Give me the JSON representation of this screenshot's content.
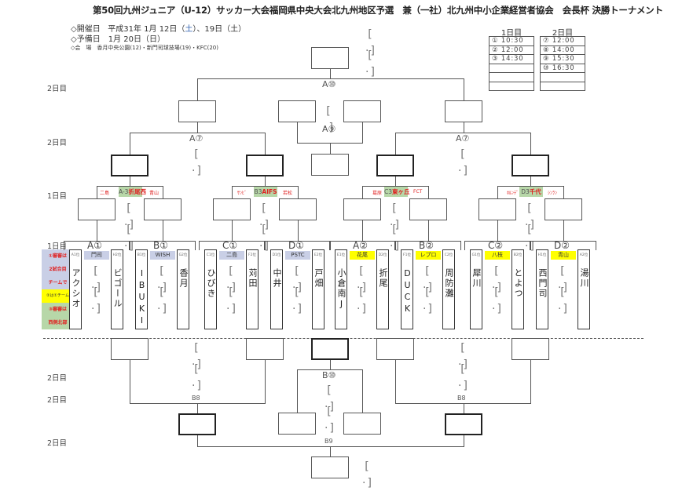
{
  "title": "第50回九州ジュニア（U-12）サッカー大会福岡県中央大会北九州地区予選　兼（一社）北九州中小企業経営者協会　会長杯 決勝トーナメント",
  "info": {
    "dates_label": "◇開催日",
    "dates_prefix": "平成31年 1月 12日（",
    "dates_sat1": "土",
    "dates_suffix": "）、19日（土）",
    "reserve": "◇予備日　1月 20日（日）",
    "venues": "◇会　場　香月中央公園(12)・新門司球技場(19)・KFC(20)"
  },
  "schedule": {
    "day1": {
      "header": "1日目",
      "rows": [
        "① 10:30",
        "② 12:00",
        "③ 14:30",
        "",
        "",
        ""
      ]
    },
    "day2": {
      "header": "2日目",
      "rows": [
        "⑦ 12:00",
        "⑧ 14:00",
        "⑨ 15:30",
        "⑩ 16:30",
        "",
        ""
      ]
    }
  },
  "day_labels": {
    "d2_a10": "2日目",
    "d2_a7": "2日目",
    "d1_seed": "1日目",
    "d1_first": "1日目",
    "d2_b10": "2日目",
    "d2_b8": "2日目",
    "d2_b9": "2日目"
  },
  "matches": {
    "a10": "A⑩",
    "a9": "A⑨",
    "a7_left": "A⑦",
    "a7_right": "A⑦",
    "b10": "B⑩",
    "b8_left": "B8",
    "b8_right": "B8",
    "b9": "B9"
  },
  "seeds": [
    {
      "left_tag": "二島",
      "code": "A-3",
      "name": "折尾西",
      "right_tag": "青山"
    },
    {
      "left_tag": "ｻﾝﾋﾞ",
      "code": "B3",
      "name": "AIFS",
      "right_tag": "若松"
    },
    {
      "left_tag": "葛原",
      "code": "C3",
      "name": "東ヶ丘",
      "right_tag": "FCT"
    },
    {
      "left_tag": "ﾎﾙﾝﾃﾞ",
      "code": "D3",
      "name": "千代",
      "right_tag": "ｼﾝﾗﾝ"
    }
  ],
  "groups": [
    {
      "label": "A①",
      "referee": "門司",
      "ref_color": "purple",
      "left": {
        "pos": "A1位",
        "name": "アクシオ"
      },
      "right": {
        "pos": "H2位",
        "name": "ビゴール"
      }
    },
    {
      "label": "B①",
      "referee": "WISH",
      "ref_color": "purple",
      "left": {
        "pos": "B1位",
        "name": "IBUKI"
      },
      "right": {
        "pos": "G2位",
        "name": "香月"
      }
    },
    {
      "label": "C①",
      "referee": "二島",
      "ref_color": "purple",
      "left": {
        "pos": "C1位",
        "name": "ひびき"
      },
      "right": {
        "pos": "F2位",
        "name": "苅田"
      }
    },
    {
      "label": "D①",
      "referee": "PSTC",
      "ref_color": "purple",
      "left": {
        "pos": "D1位",
        "name": "中井"
      },
      "right": {
        "pos": "E2位",
        "name": "戸畑"
      }
    },
    {
      "label": "A②",
      "referee": "花尾",
      "ref_color": "yellow",
      "left": {
        "pos": "E1位",
        "name": "小倉南J"
      },
      "right": {
        "pos": "D2位",
        "name": "折尾"
      }
    },
    {
      "label": "B②",
      "referee": "レプロ",
      "ref_color": "yellow",
      "left": {
        "pos": "F1位",
        "name": "DUCK"
      },
      "right": {
        "pos": "C2位",
        "name": "周防灘"
      }
    },
    {
      "label": "C②",
      "referee": "八枝",
      "ref_color": "yellow",
      "left": {
        "pos": "G1位",
        "name": "犀川"
      },
      "right": {
        "pos": "B2位",
        "name": "とよつ"
      }
    },
    {
      "label": "D②",
      "referee": "青山",
      "ref_color": "yellow",
      "left": {
        "pos": "H1位",
        "name": "西門司"
      },
      "right": {
        "pos": "A2位",
        "name": "湯川"
      }
    }
  ],
  "notes": {
    "line1": "①審審は",
    "line2": "2試合目",
    "line3": "チームで",
    "line4": "②は①チーム",
    "line5": "③審審は",
    "line6": "西側北部"
  },
  "score_placeholder": "[ : ]"
}
